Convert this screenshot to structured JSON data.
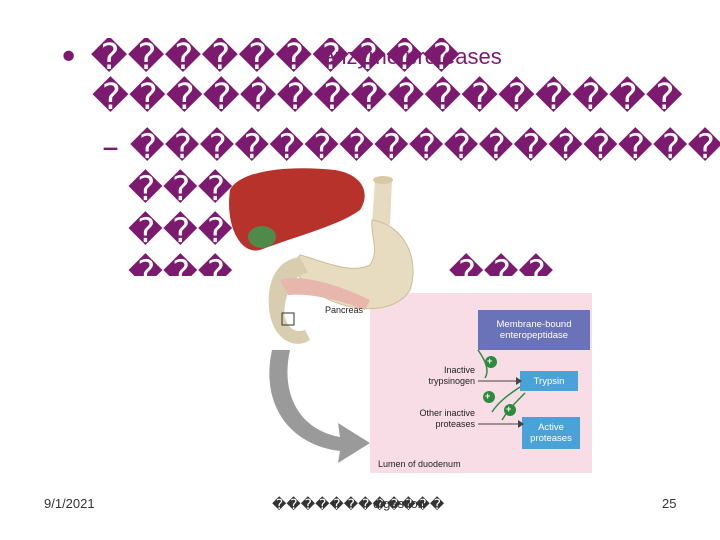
{
  "slide": {
    "bullet_line1": "• ����������",
    "overlay_english": "enzyme proteases",
    "bullet_line2": "����������������",
    "sub_line1": "– ��������������������",
    "sub_line2": "���",
    "sub_line3": "���",
    "sub_line4": "���                    ���"
  },
  "figure": {
    "pancreas": "Pancreas",
    "membrane_bound": "Membrane-bound enteropeptidase",
    "inactive_trypsinogen": "Inactive trypsinogen",
    "trypsin": "Trypsin",
    "other_inactive": "Other inactive proteases",
    "active_proteases": "Active proteases",
    "lumen": "Lumen of duodenum",
    "plus": "+"
  },
  "footer": {
    "date": "9/1/2021",
    "center": "������������",
    "center_overlay": "digestion",
    "page_number": "25"
  },
  "colors": {
    "text_purple": "#7b1a6e",
    "panel_pink": "#f8dde6",
    "box_blue": "#6b73b8",
    "trypsin_blue": "#4aa3d8",
    "plus_green": "#2e8b3e",
    "liver_red": "#b8322c",
    "stomach_cream": "#e8dcc0"
  }
}
